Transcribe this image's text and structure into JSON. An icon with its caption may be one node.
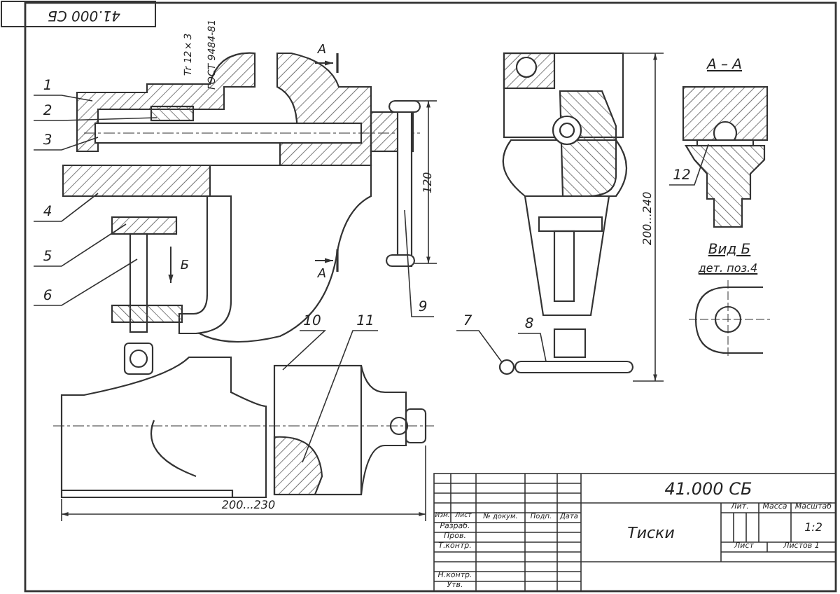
{
  "diagram": {
    "nodes": [
      {
        "text": [
          "1"
        ]
      },
      {
        "text": [
          "2"
        ]
      },
      {
        "text": [
          "3"
        ]
      },
      {
        "text": [
          "4"
        ]
      },
      {
        "text": [
          "5"
        ]
      },
      {
        "text": [
          "6"
        ]
      },
      {
        "text": [
          "7"
        ]
      },
      {
        "text": [
          "8"
        ]
      },
      {
        "text": [
          "9"
        ]
      },
      {
        "text": [
          "10"
        ]
      },
      {
        "text": [
          "11"
        ]
      },
      {
        "text": [
          "12"
        ]
      },
      {
        "text": [],
        "shape": "circle"
      },
      {
        "text": [],
        "shape": "bar"
      }
    ],
    "edges": [
      {
        "from": 0,
        "to": null,
        "arrow": "none"
      },
      {
        "from": 1,
        "to": null,
        "arrow": "none"
      },
      {
        "from": 2,
        "to": null,
        "arrow": "none"
      },
      {
        "from": 3,
        "to": null,
        "arrow": "none"
      },
      {
        "from": 4,
        "to": null,
        "arrow": "none"
      },
      {
        "from": 5,
        "to": null,
        "arrow": "none"
      },
      {
        "from": 6,
        "to": 12,
        "arrow": "none"
      },
      {
        "from": 7,
        "to": 13,
        "arrow": "none"
      },
      {
        "from": 8,
        "to": null,
        "arrow": "none"
      },
      {
        "from": 9,
        "to": null,
        "arrow": "none"
      },
      {
        "from": 10,
        "to": null,
        "arrow": "none"
      },
      {
        "from": 11,
        "to": null,
        "arrow": "none"
      }
    ],
    "labels": [
      "41.000 СБ",
      "Tr 12×3",
      "ГОСТ 9484-81",
      "А",
      "А – А",
      "120",
      "200...240",
      "Б",
      "А",
      "Вид Б",
      "дет. поз.4",
      "200...230",
      "41.000 СБ",
      "Изм.",
      "Лист",
      "№ докум.",
      "Подп.",
      "Дата",
      "Лит.",
      "Масса",
      "Масштаб",
      "Разраб.",
      "Тиски",
      "1:2",
      "Пров.",
      "Т.контр.",
      "Лист",
      "Листов 1",
      "Н.контр.",
      "Утв."
    ]
  }
}
